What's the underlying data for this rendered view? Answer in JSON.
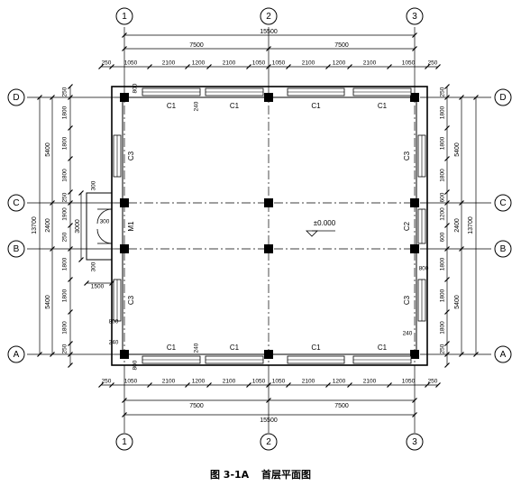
{
  "drawing": {
    "caption": {
      "number": "图 3-1A",
      "title": "首层平面图"
    },
    "axes_x": [
      "1",
      "2",
      "3"
    ],
    "axes_y": [
      "A",
      "B",
      "C",
      "D"
    ],
    "dims_top": {
      "total": "15500",
      "halves": [
        "7500",
        "7500"
      ],
      "segments": [
        "250",
        "1050",
        "2100",
        "1200",
        "2100",
        "1050",
        "1050",
        "2100",
        "1200",
        "2100",
        "1050",
        "250"
      ]
    },
    "dims_bottom": {
      "total": "15500",
      "halves": [
        "7500",
        "7500"
      ],
      "segments": [
        "250",
        "1050",
        "2100",
        "1200",
        "2100",
        "1050",
        "1050",
        "2100",
        "1200",
        "2100",
        "1050",
        "250"
      ]
    },
    "dims_left": {
      "total": "13700",
      "parts": [
        "5400",
        "2400",
        "5400"
      ],
      "segments": [
        "250",
        "1800",
        "1800",
        "1800",
        "250",
        "1900",
        "250",
        "1800",
        "1800",
        "1800",
        "250"
      ],
      "door_opening": "3000",
      "door_sides": [
        "300",
        "300",
        "300"
      ],
      "door_depth": "1500"
    },
    "dims_right": {
      "total": "13700",
      "parts": [
        "5400",
        "2400",
        "5400"
      ],
      "segments": [
        "250",
        "1800",
        "1800",
        "1800",
        "600",
        "1200",
        "600",
        "1800",
        "1800",
        "1800",
        "250"
      ]
    },
    "windows": {
      "top": [
        "C1",
        "C1",
        "C1",
        "C1"
      ],
      "bottom": [
        "C1",
        "C1",
        "C1",
        "C1"
      ],
      "left": [
        "C3",
        "C3"
      ],
      "right": [
        "C3",
        "C3",
        "C2"
      ]
    },
    "door": "M1",
    "elevation": "±0.000",
    "notes": {
      "tl_a": "800",
      "tl_b": "240",
      "bl_a": "240",
      "bl_b": "800",
      "bl_c": "240",
      "br_a": "240",
      "rb_a": "800",
      "bot_240": "240",
      "br_800": "800"
    }
  }
}
